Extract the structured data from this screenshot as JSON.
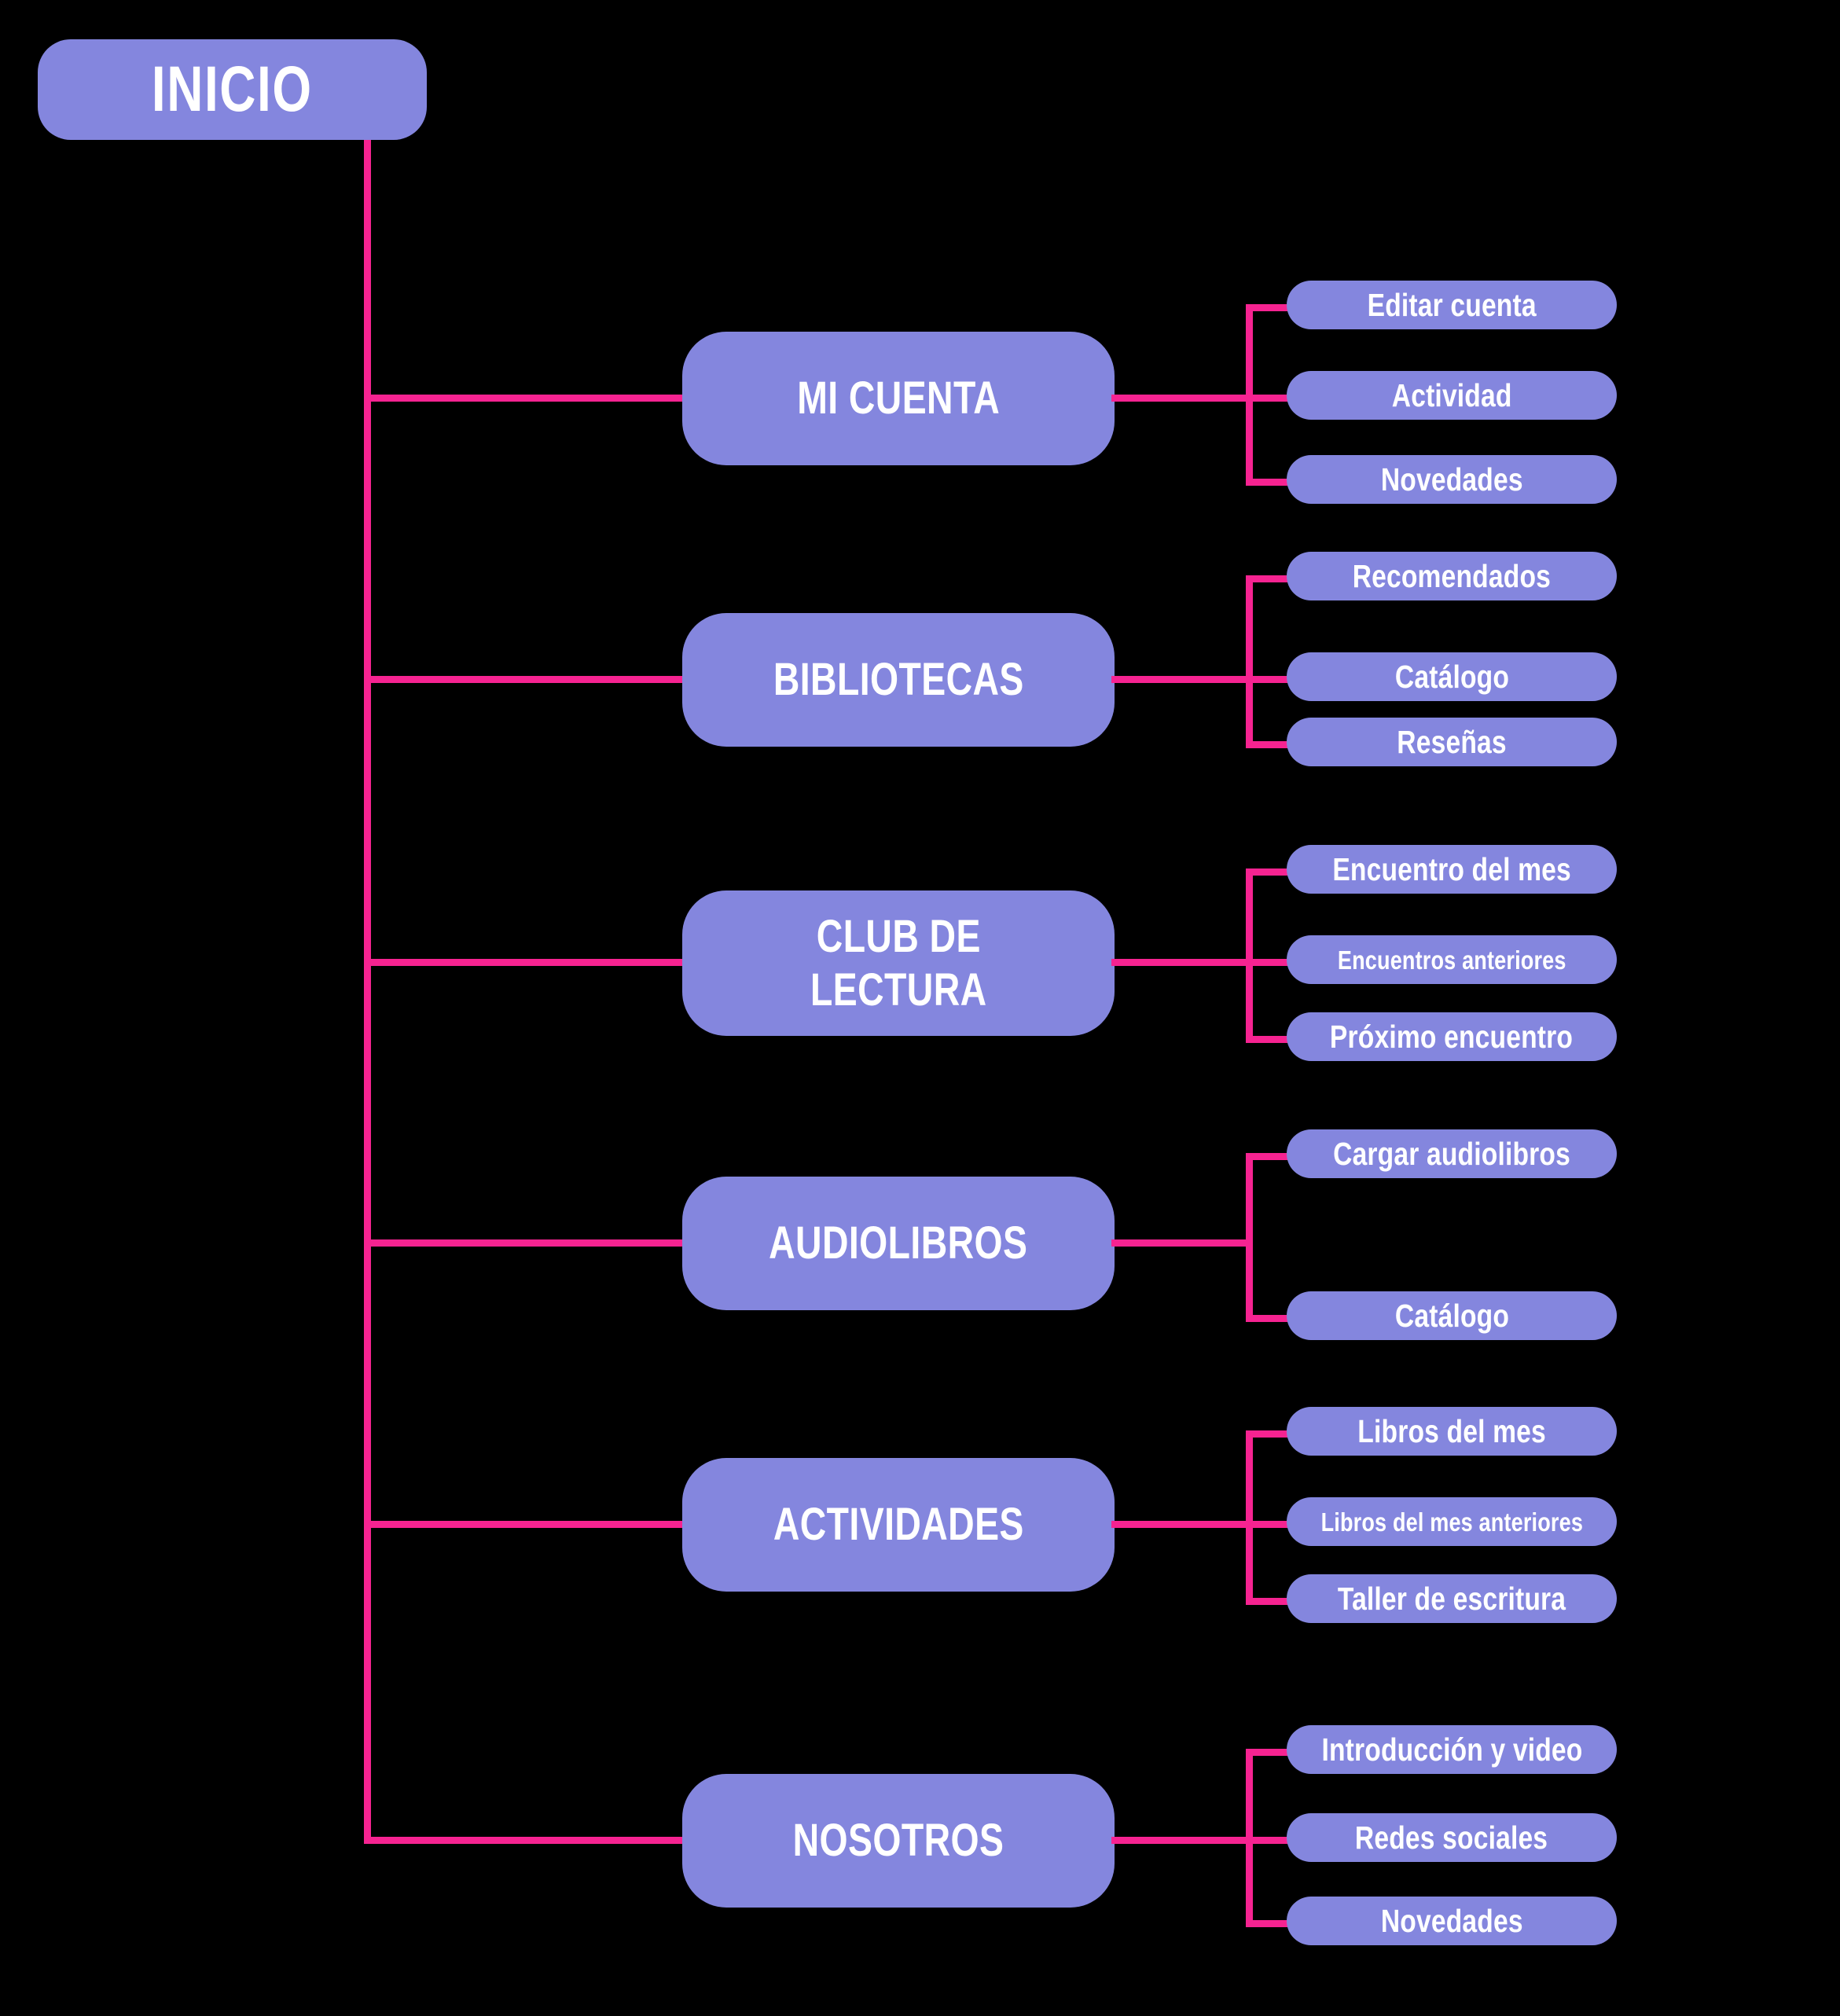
{
  "colors": {
    "background": "#000000",
    "node_fill": "#8486DE",
    "node_text": "#FFFFFF",
    "connector": "#F62391"
  },
  "root": {
    "label": "INICIO"
  },
  "chart_data": {
    "type": "diagram",
    "title": "INICIO",
    "subtype": "sitemap-tree",
    "orientation": "left-to-right",
    "levels": 3,
    "root": "INICIO",
    "branch_count": 6,
    "nodes": [
      {
        "label": "MI CUENTA",
        "children": [
          "Editar cuenta",
          "Actividad",
          "Novedades"
        ]
      },
      {
        "label": "BIBLIOTECAS",
        "children": [
          "Recomendados",
          "Catálogo",
          "Reseñas"
        ]
      },
      {
        "label": "CLUB DE LECTURA",
        "children": [
          "Encuentro del mes",
          "Encuentros anteriores",
          "Próximo encuentro"
        ]
      },
      {
        "label": "AUDIOLIBROS",
        "children": [
          "Cargar audiolibros",
          "Catálogo"
        ]
      },
      {
        "label": "ACTIVIDADES",
        "children": [
          "Libros del mes",
          "Libros del mes anteriores",
          "Taller de escritura"
        ]
      },
      {
        "label": "NOSOTROS",
        "children": [
          "Introducción y video",
          "Redes sociales",
          "Novedades"
        ]
      }
    ]
  },
  "branches": [
    {
      "parent": {
        "label": "MI CUENTA"
      },
      "children": [
        {
          "label": "Editar cuenta",
          "size": "normal"
        },
        {
          "label": "Actividad",
          "size": "normal"
        },
        {
          "label": "Novedades",
          "size": "normal"
        }
      ]
    },
    {
      "parent": {
        "label": "BIBLIOTECAS"
      },
      "children": [
        {
          "label": "Recomendados",
          "size": "normal"
        },
        {
          "label": "Catálogo",
          "size": "normal"
        },
        {
          "label": "Reseñas",
          "size": "normal"
        }
      ]
    },
    {
      "parent": {
        "label": "CLUB DE\nLECTURA"
      },
      "children": [
        {
          "label": "Encuentro del mes",
          "size": "normal"
        },
        {
          "label": "Encuentros anteriores",
          "size": "small"
        },
        {
          "label": "Próximo encuentro",
          "size": "normal"
        }
      ]
    },
    {
      "parent": {
        "label": "AUDIOLIBROS"
      },
      "children": [
        {
          "label": "Cargar audiolibros",
          "size": "normal"
        },
        {
          "label": "Catálogo",
          "size": "normal"
        }
      ]
    },
    {
      "parent": {
        "label": "ACTIVIDADES"
      },
      "children": [
        {
          "label": "Libros del mes",
          "size": "normal"
        },
        {
          "label": "Libros del mes anteriores",
          "size": "small"
        },
        {
          "label": "Taller de escritura",
          "size": "normal"
        }
      ]
    },
    {
      "parent": {
        "label": "NOSOTROS"
      },
      "children": [
        {
          "label": "Introducción y video",
          "size": "normal"
        },
        {
          "label": "Redes sociales",
          "size": "normal"
        },
        {
          "label": "Novedades",
          "size": "normal"
        }
      ]
    }
  ]
}
